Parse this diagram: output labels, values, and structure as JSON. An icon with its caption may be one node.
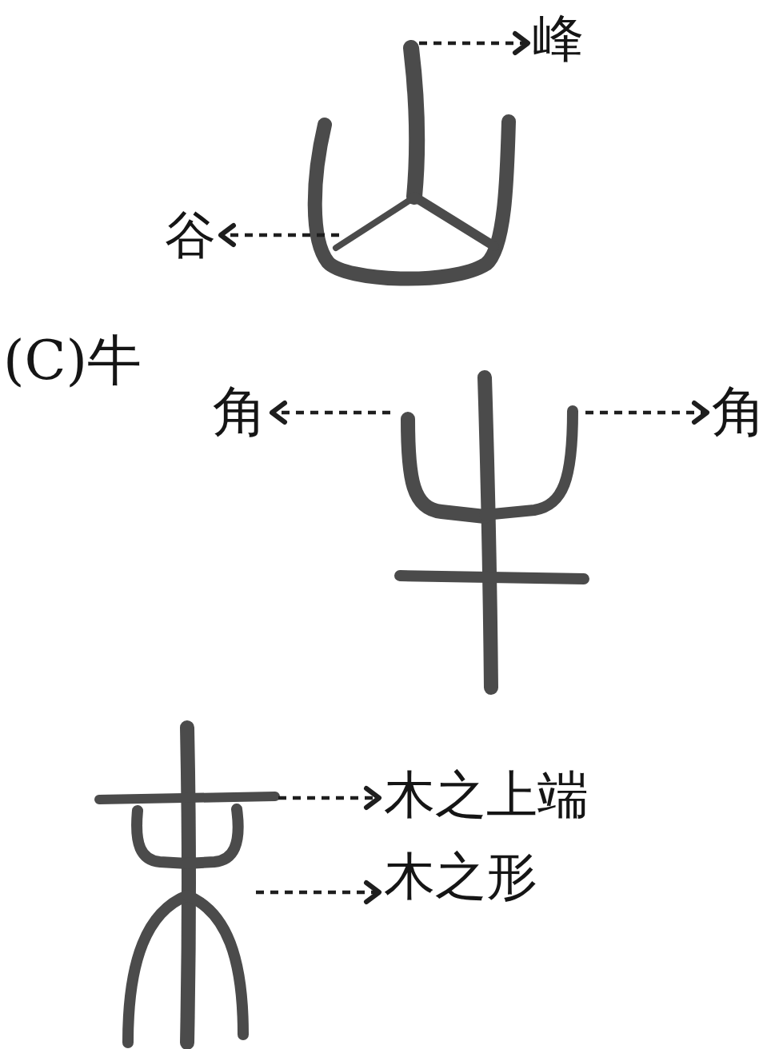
{
  "diagram": {
    "nodes": [
      {
        "text": [
          "峰"
        ]
      },
      {
        "text": [],
        "shape": "picture"
      },
      {
        "text": [
          "谷"
        ]
      },
      {
        "text": [
          "角"
        ]
      },
      {
        "text": [],
        "shape": "picture"
      },
      {
        "text": [
          "角"
        ]
      },
      {
        "text": [],
        "shape": "picture"
      },
      {
        "text": [
          "木之上端"
        ]
      },
      {
        "text": [
          "木之形"
        ]
      }
    ],
    "edges": [
      {
        "from": 1,
        "to": 0,
        "arrow": "to",
        "style": "dashed"
      },
      {
        "from": 1,
        "to": 2,
        "arrow": "to",
        "style": "dashed"
      },
      {
        "from": 4,
        "to": 3,
        "arrow": "to",
        "style": "dashed"
      },
      {
        "from": 4,
        "to": 5,
        "arrow": "to",
        "style": "dashed"
      },
      {
        "from": 6,
        "to": 7,
        "arrow": "to",
        "style": "dashed"
      },
      {
        "from": 6,
        "to": 8,
        "arrow": "to",
        "style": "dashed"
      }
    ],
    "labels": [
      "(C)牛"
    ]
  }
}
